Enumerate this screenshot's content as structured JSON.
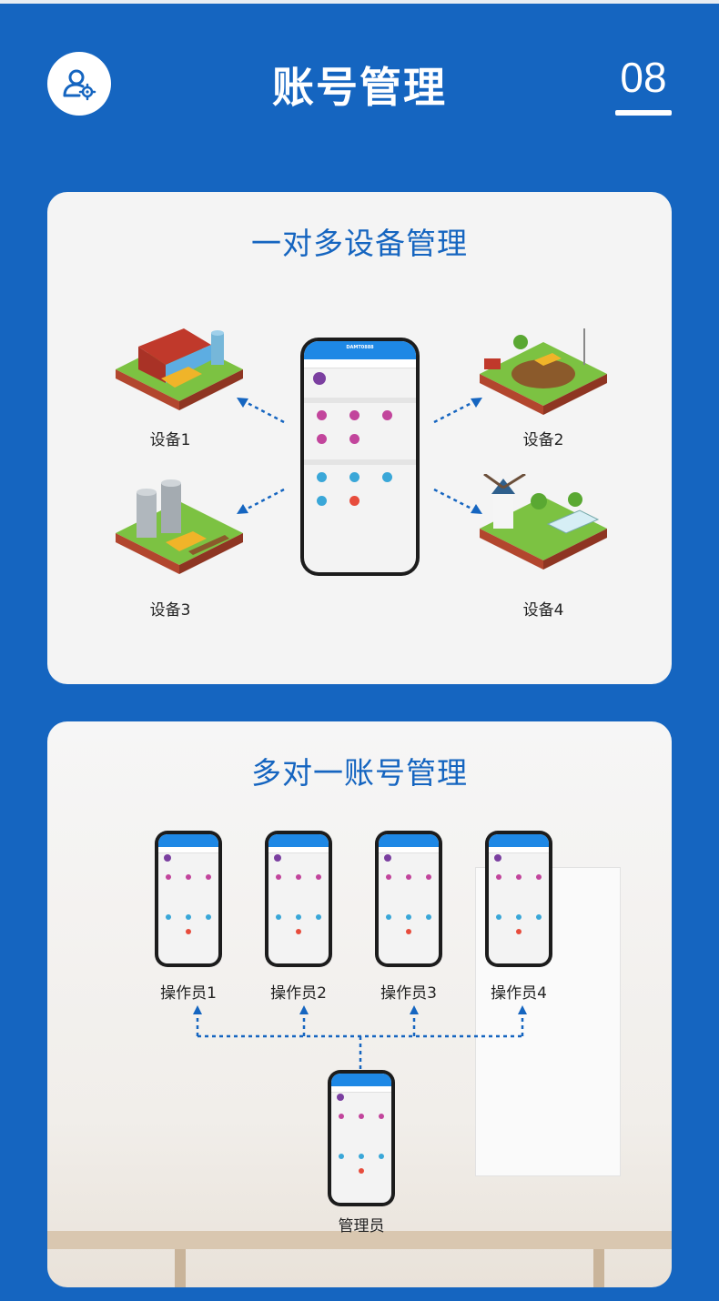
{
  "header": {
    "title": "账号管理",
    "number": "08",
    "icon": "user-gear-icon"
  },
  "section1": {
    "title": "一对多设备管理",
    "devices": [
      "设备1",
      "设备2",
      "设备3",
      "设备4"
    ],
    "phone_title": "DAMT0888"
  },
  "section2": {
    "title": "多对一账号管理",
    "operators": [
      "操作员1",
      "操作员2",
      "操作员3",
      "操作员4"
    ],
    "admin": "管理员"
  },
  "colors": {
    "brand_blue": "#1565c0",
    "card_bg": "#f4f4f4",
    "app_bar": "#1e88e5"
  }
}
